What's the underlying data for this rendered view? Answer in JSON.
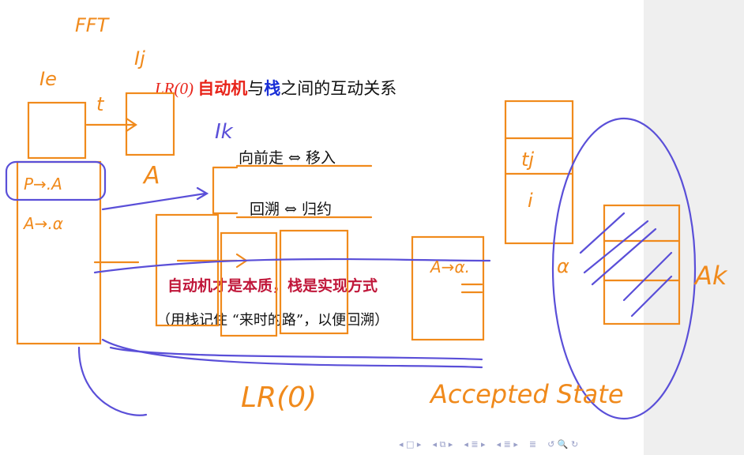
{
  "slide": {
    "title_prefix": "LR(0) ",
    "title_red": "自动机",
    "title_mid": "与",
    "title_blue": "栈",
    "title_rest": "之间的互动关系",
    "line1": "向前走 ⇔ 移入",
    "line2": "回溯 ⇔ 归约",
    "emphasis": "自动机才是本质，栈是实现方式",
    "note": "（用栈记住 “来时的路”，以便回溯）"
  },
  "annotations": {
    "top": "FFT",
    "ie": "Ie",
    "ij": "Ij",
    "t": "t",
    "A1": "A",
    "ik": "Ik",
    "item1": "P→.A",
    "item2": "A→.α",
    "item3": "A→α.",
    "tj": "tj",
    "i": "i",
    "alpha": "α",
    "ak": "Ak",
    "lr0": "LR(0)",
    "accepted": "Accepted State"
  },
  "nav": {
    "icons": [
      "◂ □ ▸",
      "◂ ⧉ ▸",
      "◂ ≣ ▸",
      "◂ ≣ ▸",
      "≣",
      "↺ 🔍 ↻"
    ]
  },
  "colors": {
    "ink_orange": "#f08a1c",
    "ink_purple": "#5a4fd8",
    "red": "#e8241a",
    "blue": "#1a2fd6",
    "emph": "#c0173a"
  }
}
